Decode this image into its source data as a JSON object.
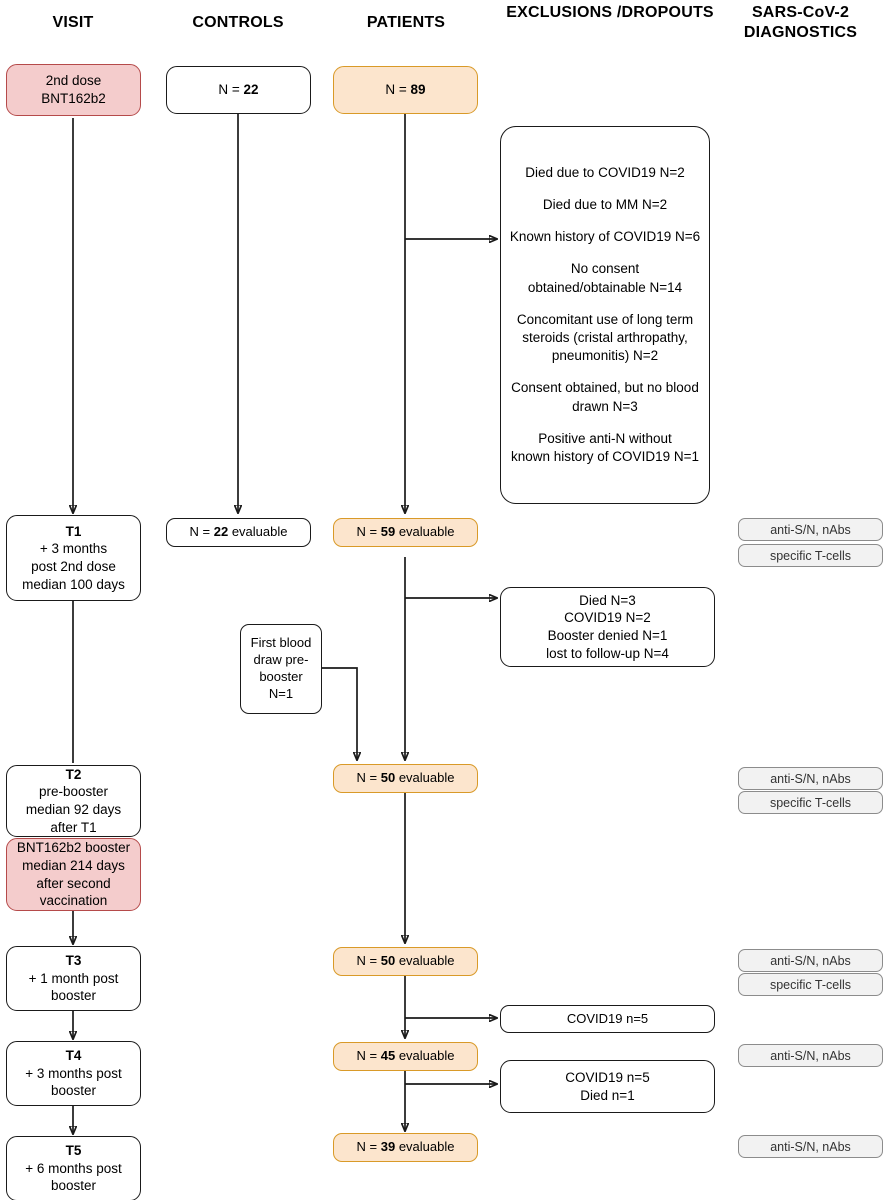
{
  "columns": [
    {
      "id": "visit",
      "label": "VISIT"
    },
    {
      "id": "controls",
      "label": "CONTROLS"
    },
    {
      "id": "patients",
      "label": "PATIENTS"
    },
    {
      "id": "exclusions",
      "label": "EXCLUSIONS\n/DROPOUTS",
      "line1": "EXCLUSIONS",
      "line2": "/DROPOUTS"
    },
    {
      "id": "diagnostics",
      "label": "SARS-CoV-2\nDIAGNOSTICS",
      "line1": "SARS-CoV-2",
      "line2": "DIAGNOSTICS"
    }
  ],
  "visit": {
    "dose2": {
      "text": "2nd dose BNT162b2"
    },
    "t1": {
      "title": "T1",
      "line1": "+ 3 months",
      "line2": "post 2nd dose",
      "line3": "median 100 days"
    },
    "t2": {
      "title": "T2",
      "line1": "pre-booster",
      "line2": "median 92 days",
      "line3": "after T1"
    },
    "booster": {
      "line1": "BNT162b2 booster",
      "line2": "median 214 days",
      "line3": "after second",
      "line4": "vaccination"
    },
    "t3": {
      "title": "T3",
      "line1": "+ 1 month post",
      "line2": "booster"
    },
    "t4": {
      "title": "T4",
      "line1": "+ 3 months post",
      "line2": "booster"
    },
    "t5": {
      "title": "T5",
      "line1": "+ 6 months post",
      "line2": "booster"
    }
  },
  "controls": {
    "enrolled": {
      "prefix": "N = ",
      "value": "22",
      "suffix": ""
    },
    "t1": {
      "prefix": "N = ",
      "value": "22",
      "suffix": " evaluable"
    }
  },
  "patients": {
    "enrolled": {
      "prefix": "N = ",
      "value": "89",
      "suffix": ""
    },
    "t1": {
      "prefix": "N = ",
      "value": "59",
      "suffix": " evaluable"
    },
    "t2": {
      "prefix": "N = ",
      "value": "50",
      "suffix": " evaluable"
    },
    "t3": {
      "prefix": "N = ",
      "value": "50",
      "suffix": " evaluable"
    },
    "t4": {
      "prefix": "N = ",
      "value": "45",
      "suffix": " evaluable"
    },
    "t5": {
      "prefix": "N = ",
      "value": "39",
      "suffix": " evaluable"
    },
    "first_blood_draw": {
      "line1": "First blood",
      "line2": "draw pre-",
      "line3": "booster",
      "line4": "N=1"
    }
  },
  "exclusions": {
    "baseline": {
      "items": [
        "Died due to COVID19 N=2",
        "Died due to MM N=2",
        "Known history of COVID19 N=6",
        "No consent\nobtained/obtainable N=14",
        "Concomitant use of long term\nsteroids (cristal arthropathy,\npneumonitis) N=2",
        "Consent obtained, but no blood\ndrawn N=3",
        "Positive anti-N without\nknown history of COVID19 N=1"
      ],
      "lines": [
        "Died due to COVID19 N=2",
        "Died due to MM N=2",
        "Known history of COVID19 N=6",
        "No consent",
        "obtained/obtainable N=14",
        "Concomitant use of long term",
        "steroids (cristal arthropathy,",
        "pneumonitis) N=2",
        "Consent obtained, but no blood",
        "drawn N=3",
        "Positive anti-N without",
        "known history of COVID19 N=1"
      ]
    },
    "after_t1": {
      "line1": "Died N=3",
      "line2": "COVID19 N=2",
      "line3": "Booster denied N=1",
      "line4": "lost to follow-up N=4"
    },
    "after_t3": {
      "line1": "COVID19 n=5"
    },
    "after_t4": {
      "line1": "COVID19 n=5",
      "line2": "Died n=1"
    }
  },
  "diagnostics": {
    "t1": [
      "anti-S/N, nAbs",
      "specific T-cells"
    ],
    "t2": [
      "anti-S/N, nAbs",
      "specific T-cells"
    ],
    "t3": [
      "anti-S/N, nAbs",
      "specific T-cells"
    ],
    "t4": [
      "anti-S/N, nAbs"
    ],
    "t5": [
      "anti-S/N, nAbs"
    ]
  },
  "colors": {
    "pink_fill": "#f4cccc",
    "pink_border": "#b54a4a",
    "orange_fill": "#fce5cd",
    "orange_border": "#d99a28",
    "badge_fill": "#f2f2f2",
    "badge_border": "#8c8c8c",
    "line": "#1a1a1a"
  }
}
